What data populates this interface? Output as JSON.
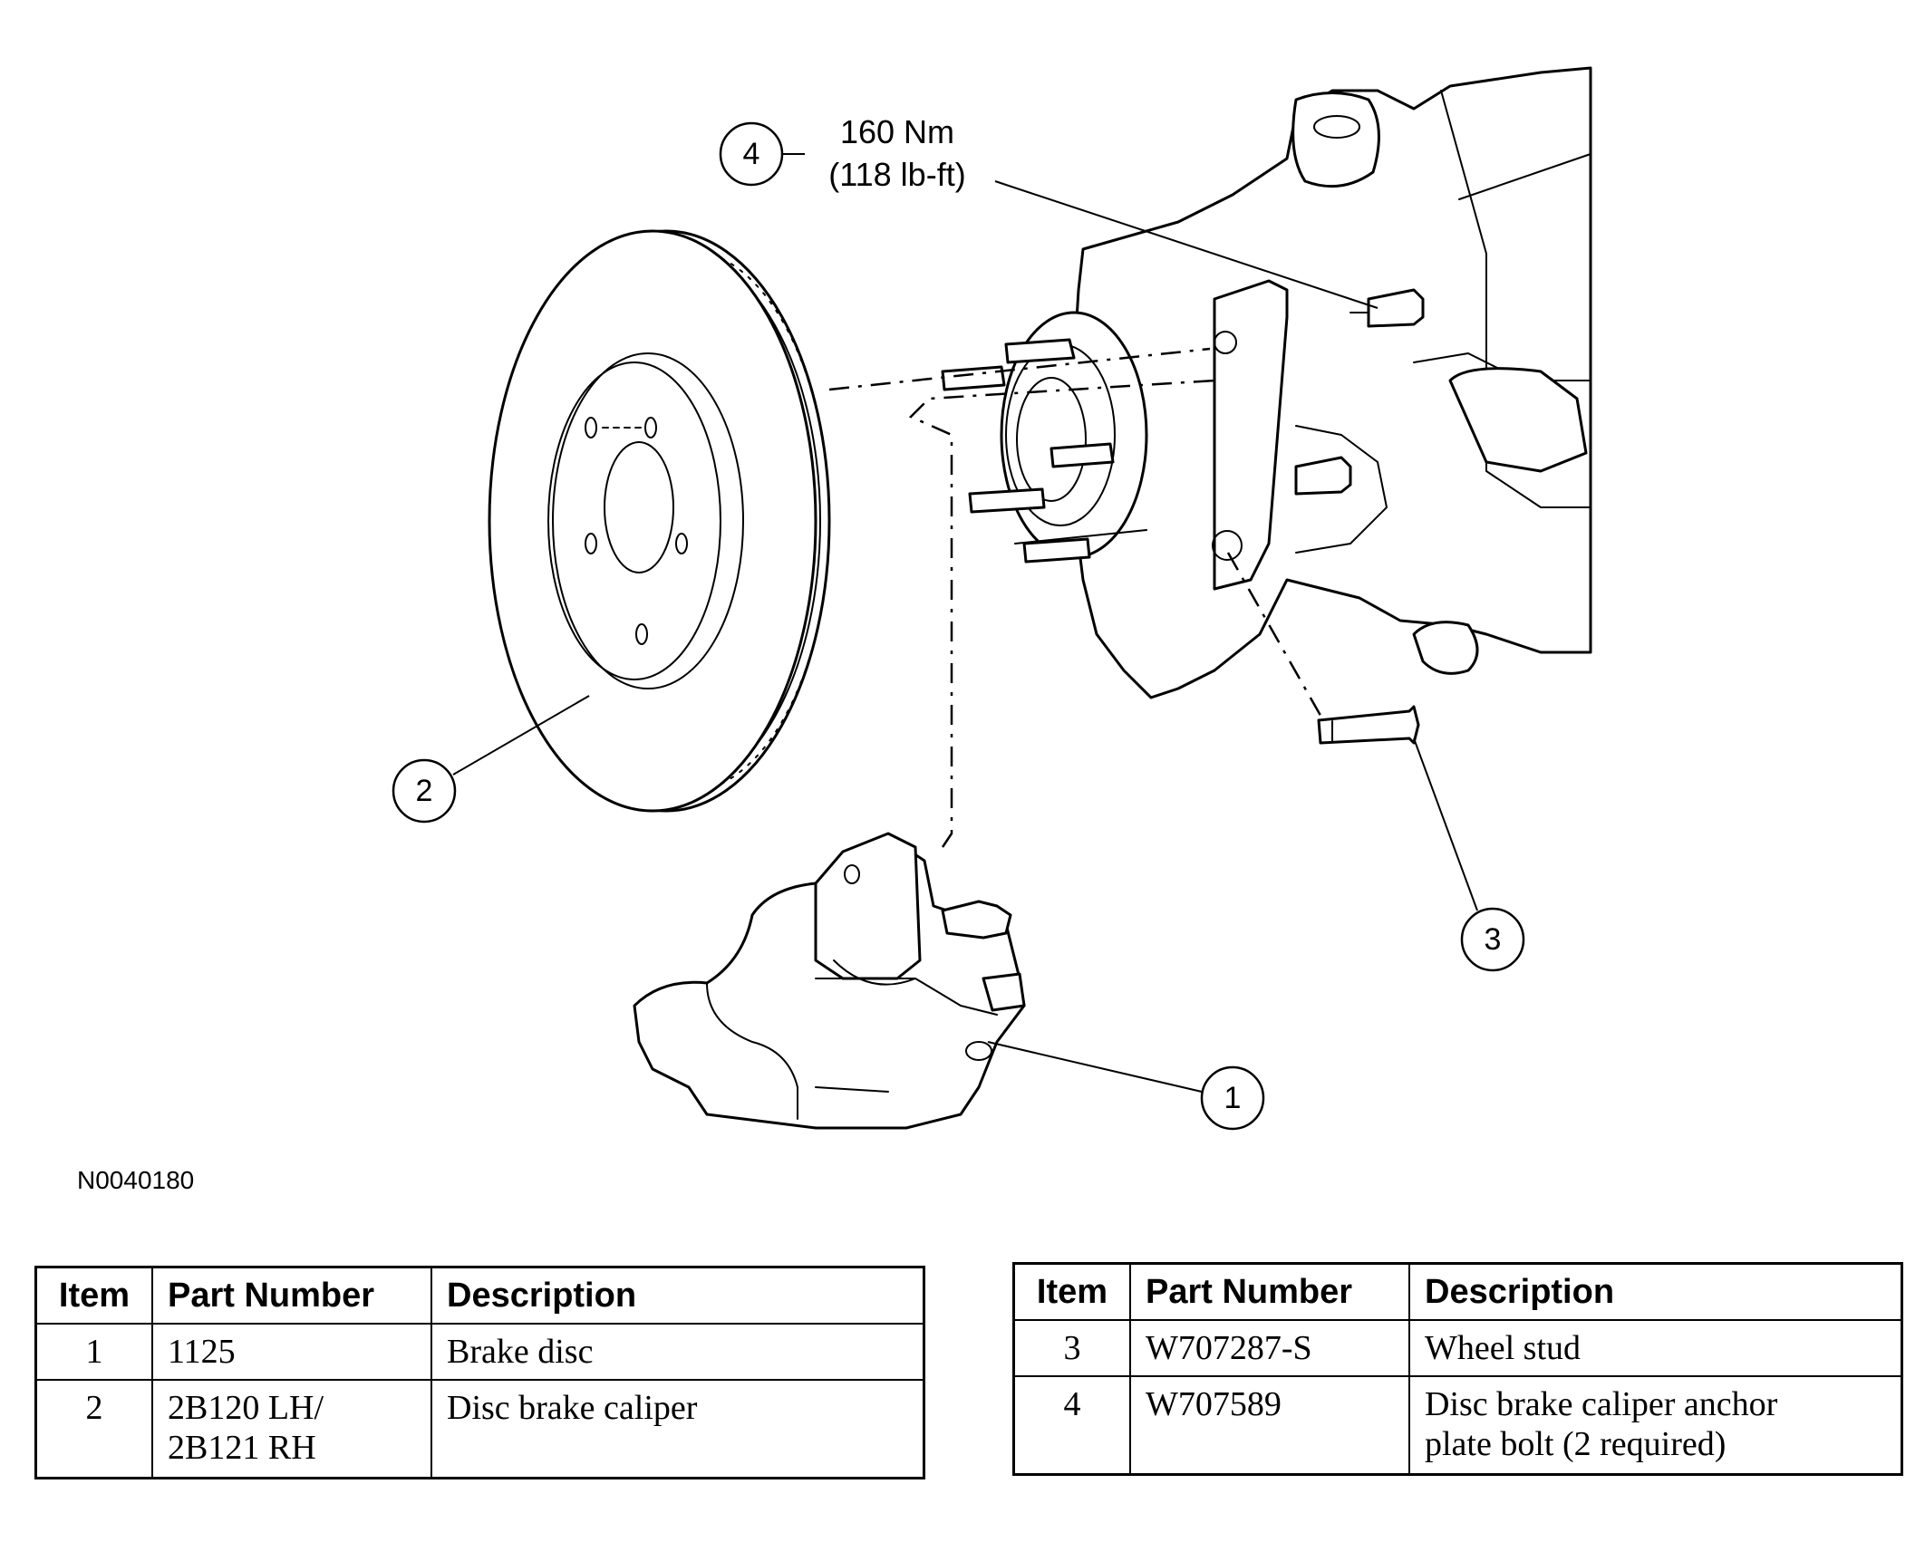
{
  "figure": {
    "code": "N0040180",
    "torque": {
      "metric": "160 Nm",
      "imperial": "(118 lb-ft)"
    },
    "callouts": [
      "1",
      "2",
      "3",
      "4"
    ]
  },
  "tables": [
    {
      "headers": {
        "item": "Item",
        "part_number": "Part Number",
        "description": "Description"
      },
      "rows": [
        {
          "item": "1",
          "part_number": "1125",
          "part_number_2": "",
          "description": "Brake disc",
          "description_2": ""
        },
        {
          "item": "2",
          "part_number": "2B120 LH/",
          "part_number_2": "2B121 RH",
          "description": "Disc brake caliper",
          "description_2": ""
        }
      ]
    },
    {
      "headers": {
        "item": "Item",
        "part_number": "Part Number",
        "description": "Description"
      },
      "rows": [
        {
          "item": "3",
          "part_number": "W707287-S",
          "part_number_2": "",
          "description": "Wheel stud",
          "description_2": ""
        },
        {
          "item": "4",
          "part_number": "W707589",
          "part_number_2": "",
          "description": "Disc brake caliper anchor",
          "description_2": "plate bolt (2 required)"
        }
      ]
    }
  ]
}
